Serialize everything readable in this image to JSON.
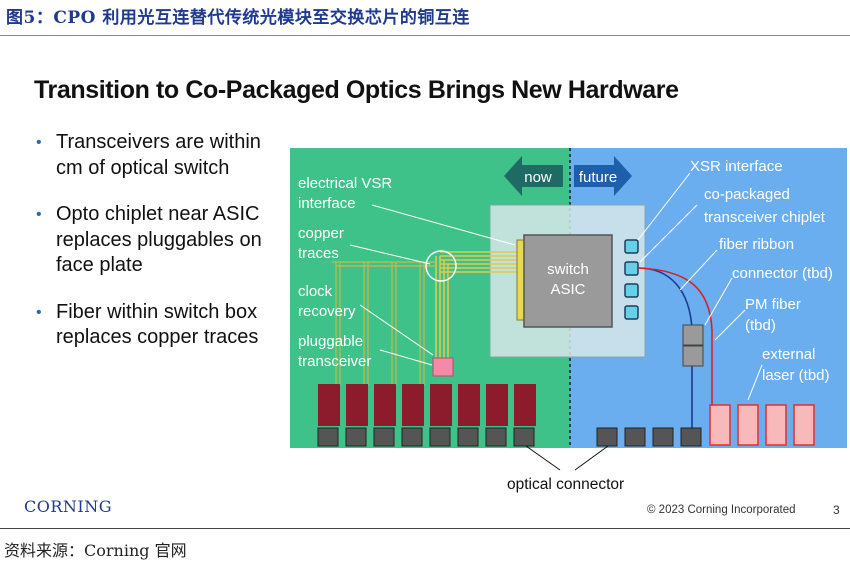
{
  "caption": "图5：CPO 利用光互连替代传统光模块至交换芯片的铜互连",
  "slide": {
    "title": "Transition to Co-Packaged Optics Brings New Hardware",
    "bullets": [
      "Transceivers are within cm of optical switch",
      "Opto chiplet near ASIC replaces pluggables on face plate",
      "Fiber within switch box replaces copper traces"
    ]
  },
  "diagram": {
    "now_label": "now",
    "future_label": "future",
    "asic_label_line1": "switch",
    "asic_label_line2": "ASIC",
    "left_labels": {
      "electrical_vsr_1": "electrical VSR",
      "electrical_vsr_2": "interface",
      "copper_1": "copper",
      "copper_2": "traces",
      "clock_1": "clock",
      "clock_2": "recovery",
      "pluggable_1": "pluggable",
      "pluggable_2": "transceiver"
    },
    "right_labels": {
      "xsr": "XSR interface",
      "copackaged_1": "co-packaged",
      "copackaged_2": "transceiver chiplet",
      "fiber_ribbon": "fiber ribbon",
      "connector": "connector (tbd)",
      "pm_fiber_1": "PM fiber",
      "pm_fiber_2": "(tbd)",
      "external_1": "external",
      "external_2": "laser (tbd)"
    },
    "optical_connector": "optical connector",
    "colors": {
      "now_bg": "#3fc28a",
      "future_bg": "#6aaef0",
      "arrow_fill": "#1f6b63",
      "pluggable_fill": "#8c1c2c",
      "asic_fill": "#9a9a9a",
      "laser_fill": "#f7b9b9",
      "laser_stroke": "#e0302e",
      "copper_trace": "#e0c94a"
    }
  },
  "footer": {
    "logo": "CORNING",
    "copyright": "© 2023 Corning Incorporated",
    "page": "3"
  },
  "source": "资料来源：Corning 官网"
}
